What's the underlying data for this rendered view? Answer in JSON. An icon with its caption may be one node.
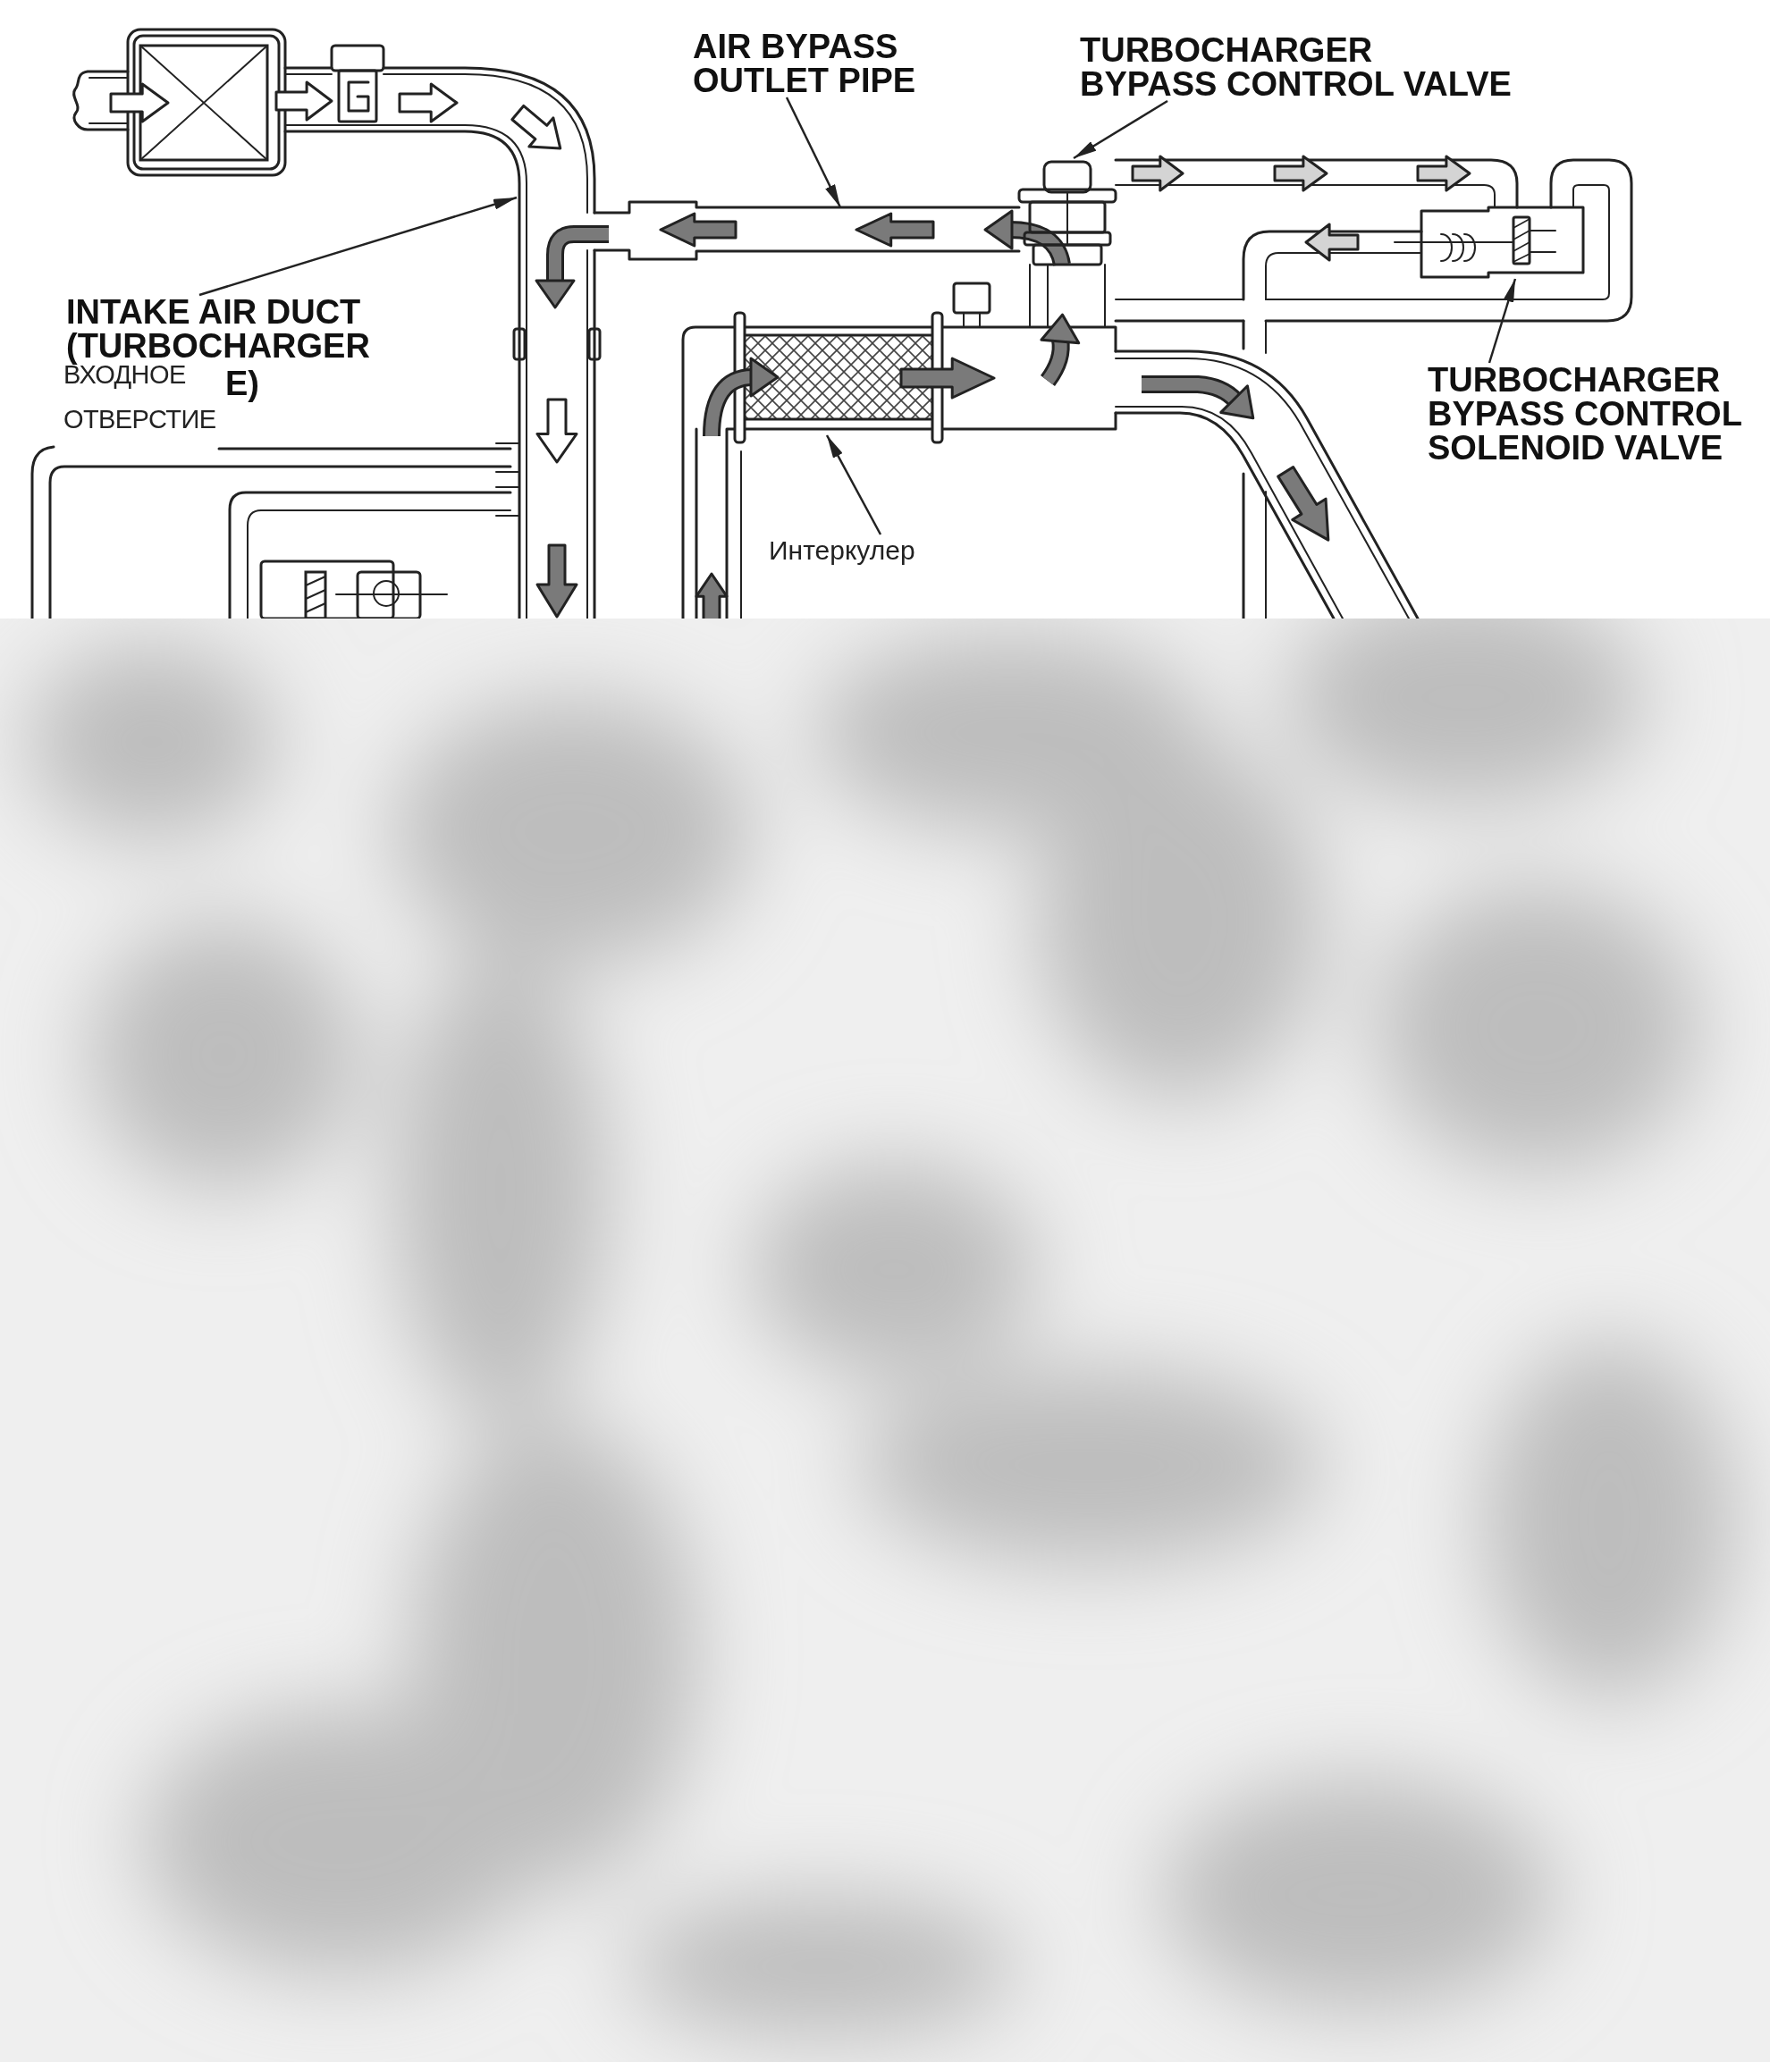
{
  "diagram": {
    "nodes": [
      {
        "text": [
          "AIR BYPASS OUTLET PIPE"
        ]
      },
      {
        "text": [
          "TURBOCHARGER BYPASS CONTROL VALVE"
        ]
      },
      {
        "text": [
          "INTAKE AIR DUCT (TURBOCHARGER",
          "E)"
        ]
      },
      {
        "text": [
          "TURBOCHARGER BYPASS CONTROL SOLENOID VALVE"
        ]
      },
      {
        "text": [
          "Интеркулер"
        ]
      }
    ],
    "edges": [
      {
        "from": 0,
        "to": null,
        "arrow": "to"
      },
      {
        "from": 1,
        "to": null,
        "arrow": "to"
      },
      {
        "from": 2,
        "to": null,
        "arrow": "to"
      },
      {
        "from": 3,
        "to": null,
        "arrow": "to"
      },
      {
        "from": 4,
        "to": null,
        "arrow": "to"
      }
    ],
    "labels": [
      "ВХОДНОЕ ОТВЕРСТИЕ"
    ]
  }
}
